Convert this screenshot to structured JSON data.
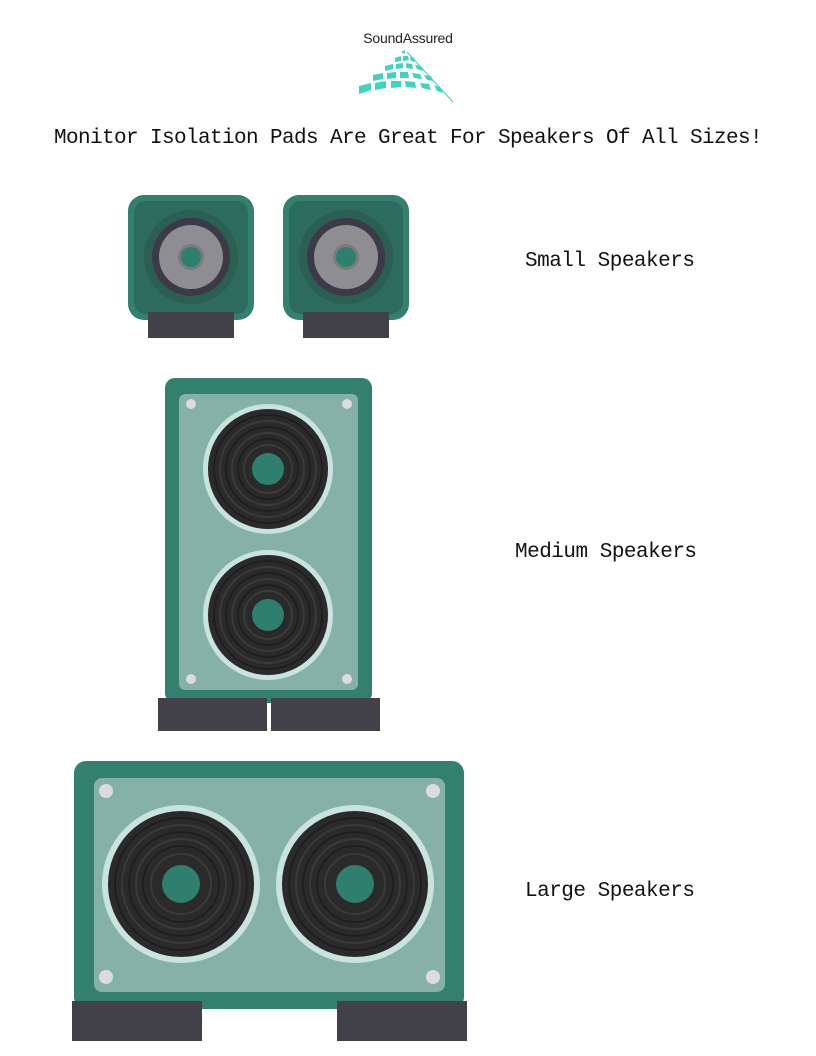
{
  "logo": {
    "brand_name": "SoundAssured",
    "icon": "soundwave-pyramid-icon",
    "color": "#3fd3c0"
  },
  "headline": "Monitor Isolation Pads Are Great For Speakers Of All Sizes!",
  "sections": [
    {
      "label": "Small Speakers",
      "speaker_count": 2,
      "drivers_per_speaker": 1,
      "pads": 1
    },
    {
      "label": "Medium Speakers",
      "speaker_count": 1,
      "drivers_per_speaker": 2,
      "pads": 2
    },
    {
      "label": "Large Speakers",
      "speaker_count": 1,
      "drivers_per_speaker": 2,
      "pads": 2
    }
  ],
  "colors": {
    "cabinet_dark": "#33806e",
    "cabinet_inner_small": "#2d6b5c",
    "baffle": "#86b1a7",
    "driver_ring": "#c9e3de",
    "cone": "#2a2a2a",
    "dust_cap": "#2e7f6d",
    "pad": "#424049",
    "screw": "#dcdcdf",
    "small_cone": "#8e8e92"
  }
}
